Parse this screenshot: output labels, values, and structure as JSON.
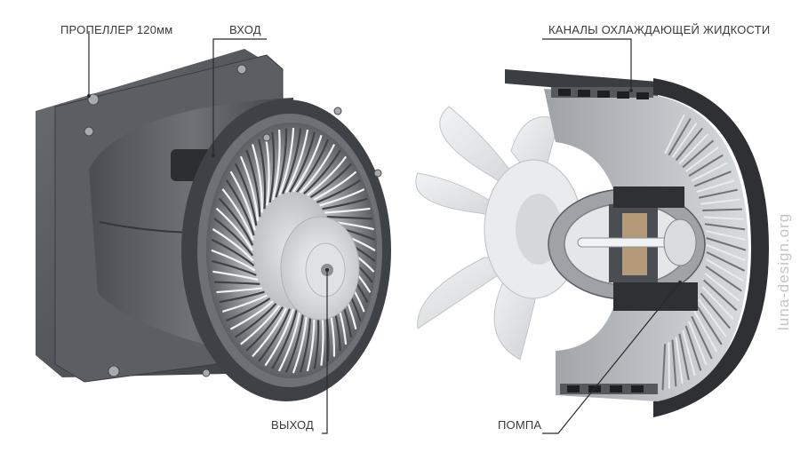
{
  "labels": {
    "propeller": "ПРОПЕЛЛЕР 120мм",
    "inlet": "ВХОД",
    "coolant_channels": "КАНАЛЫ ОХЛАЖДАЮЩЕЙ ЖИДКОСТИ",
    "outlet": "ВЫХОД",
    "pump": "ПОМПА"
  },
  "watermark": "luna-design.org",
  "colors": {
    "leader_line": "#2a2a2a",
    "label_text": "#3a3a3a",
    "housing_dark": "#55585c",
    "housing_mid": "#7a7e83",
    "fin_light": "#c9ccd0",
    "propeller": "#e4e6e8",
    "watermark": "#c4c4c4"
  }
}
